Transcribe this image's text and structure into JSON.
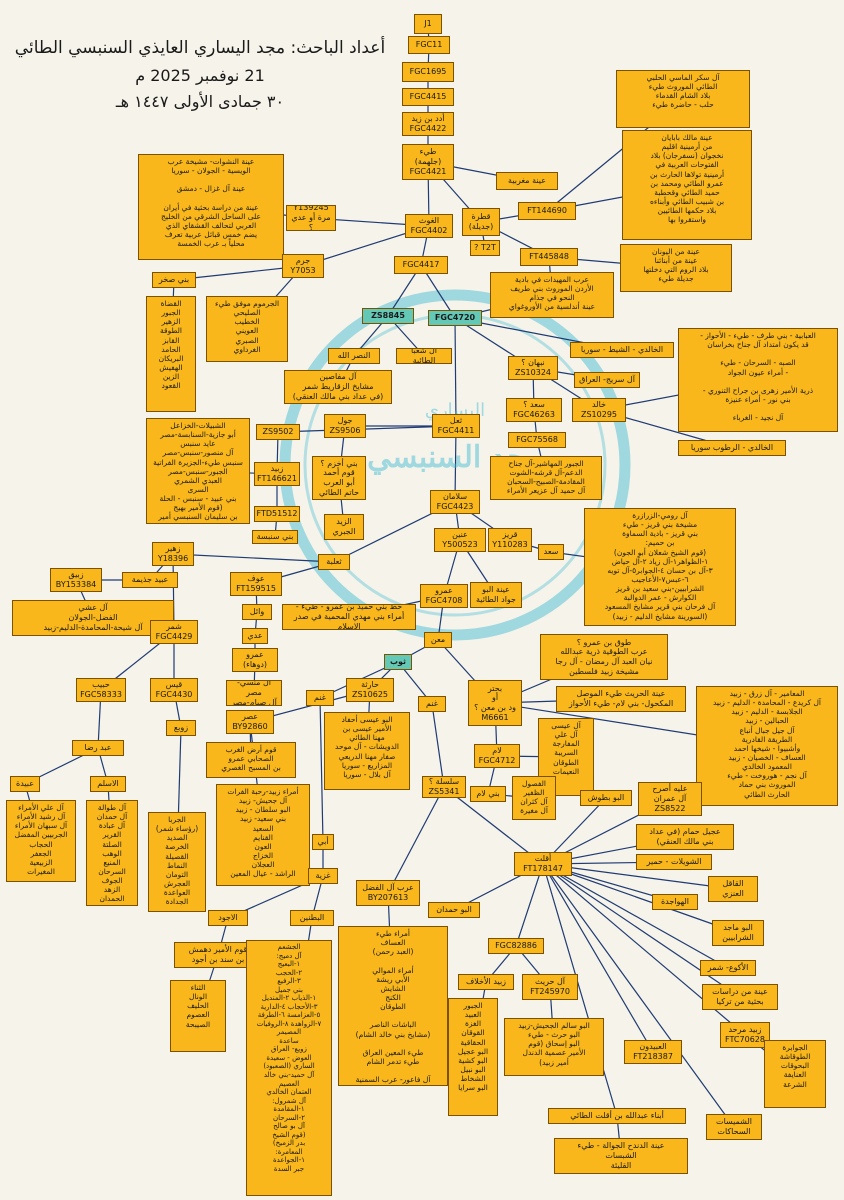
{
  "header": {
    "line1": "أعداد الباحث: مجد اليساري العايذي السنبسي الطائي",
    "line2": "21 نوفمبر 2025 م",
    "line3": "٣٠ جمادى الأولى ١٤٤٧ هـ"
  },
  "watermark": {
    "brand": "مجد السنبسي",
    "brand_sub": "اليساري"
  },
  "colors": {
    "node": "#f9b71c",
    "teal": "#63c8b6",
    "line": "#1f3b73",
    "watermark": "#36b9d3"
  },
  "nodes": {
    "j1": "J1",
    "fgc11": "FGC11",
    "fgc1695": "FGC1695",
    "fgc4415": "FGC4415",
    "fgc4422": "أدد بن زيد\nFGC4422",
    "fgc4421": "طيء\n(جلهمة)\nFGC4421",
    "maghribiya": "عينة مغربية",
    "note_levant": "آل سكر الماسي الحلبي\nالطائي الموروث طيء\nبلاد الشام القدماء\nحلب - حاضرة طيء",
    "note_armenia": "عينة مالك بابايان\nمن أرمينية اقليم\nنخجوان (نسفرجان) بلاد\nالفتوحات العربية في\nأرمينية تولاها الحارث بن\nعمرو الطائي ومحمد بن\nحميد الطائي وقحطبة\nبن شبيب الطائي وأبناءه\nبلاد حكمها الطائيين\nواستقروا بها",
    "ft144690": "FT144690",
    "note_greece": "عينة من اليونان\nعينة من أبنائنا\nبلاد الروم التي دخلتها\nجديلة طيء",
    "ft445848": "FT445848",
    "qutra": "قطرة\n(جديلة)",
    "t2t": "T2T ?",
    "note_jordan": "عرب المهيدات في بادية\nالأردن الموروث بني طريف\nالنحو في جذام\nعينة أندلسية من الأوروغواي",
    "note_wusaysa": "عينة النشوات- مشيخة عرب\nالويسية - الجولان - سوريا\n\nعينة آل غزال - دمشق\n\nعينة من دراسة بحثية في أيران\nعلى الساحل الشرقي من الخليج\nالعربي لتحالف القشقاي الذي\nيضم خمس قبائل عربية تعرف\nمحلياً بـ عرب الخمسة",
    "y139245": "Y139245\nمرة أو عدي ؟",
    "fgc4402": "الغوث\nFGC4402",
    "y7053": "جرم\nY7053",
    "bani_sakhr": "بني صخر",
    "fgc4417": "FGC4417",
    "note_qudah": "القضاة\nالجبور\nالزهير\nالطوقة\nالقابز\nالحامد\nالبريكان\nالهفيش\nالزين\nالقعود",
    "note_jarm": "الجرموم موفق طيء\nالصليحي\nالخطيب\nالعويني\nالصبري\nالغرداوي",
    "zs8845": "ZS8845",
    "fgc4720": "FGC4720",
    "khaldi_north": "الخالدي - الشيط - سوريا",
    "note_abaya": "العبابية - بني طرف - طيء - الأحواز -\nقد يكون امتداد آل جناح بخراسان\n\nالصبه - السرحان - طيء\n- أمراء عيون الجواد\n\nذرية الأمير زهرى بن جراح التنوري -\nبني نور - أمراء عنيزة\n\nآل نجيد - الغرباء",
    "nasrallah": "النصر الله",
    "al_shaba": "آل شعبا الطائية",
    "nabhan": "نبهان ؟\nZS10324",
    "al_sarij": "آل سريج- العراق",
    "note_mafasin": "آل مفاصين\nمشايخ الزقاريط شمر\n(في عداد بني مالك العنقي)",
    "saad": "سعد ؟\nFGC46263",
    "khalid": "خالد\nZS10295",
    "khaldi_sy": "الخالدي - الرطوب سوريا",
    "fgc75568": "FGC75568",
    "note_shibilat": "الشبيلات-الخزاعل\nأبو جازية-السنابسة-مصر\nعايد سنبس\nآل منصور-سنبس-مصر\nسنبس طيء-الجزيرة الفراتية\nالجبور-سنبس-مصر\nالعبدي الشمري\nالسرى\nبني عبيد - سنبس - الحلة\n(قوم الأمير بهيج\nبن سليمان السنبسي أمير حايل)",
    "zs9502": "ZS9502",
    "jaul": "جول\nZS9506",
    "fgc4411": "ثعل\nFGC4411",
    "note_juhana": "الجبور المهاشير-آل جناح\nالدعم-آل قرشه-الشوت\nالمقادمة-الصبيح-السحبان\nآل حميد آل عزيعر الأمراء",
    "ft146621": "زبيد\nFT146621",
    "bani_akhzam": "بني أخزم ؟\nقوم أحمد\nأبو العرب\nحاتم الطائي",
    "ftd51512": "FTD51512",
    "al_zaid": "الزيد\nالجبري",
    "bani_sinbis": "بني سنبسة",
    "salaman": "سلامان\nFGC4423",
    "note_roumi": "آل رومي-الزرازرة\nمشيخة بني قريز - طيء\nبني قريز - بادية السماوة\nبن حميم:\n(قوم الشيخ شعلان أبو الجون)\n١-الظواهر١-آل زياد ٢-آل حياض\n٣-آل بن حسان ٤-الجوابر٥-آل تويه\n٦-عبس٧-الأعاجيب\nالشرابيين-بني سعيد بن قريز\nالكوارش - عمر الدوالبة\nآل فرحان بني قرير مشايخ المسعود\n(السورينة مشايخ الدليم - زبيد)",
    "zahr": "زهير\nY18396",
    "ubayn": "عنين\nY500523",
    "qurayz": "قريز\nY110283",
    "saad2": "سعد",
    "thaalba": "ثعلبة",
    "zabiq": "زبيق\nBY153384",
    "ubayd_jadhima": "عبيد جذيمة",
    "awf": "عوف\nFT159515",
    "adiba": "عينة البو\nجواد الطائية",
    "note_ashi": "آل عشي\nالفضل-الجولان\nآل شيحة-المحامدة-الدليم-زبيد",
    "waail": "وائل",
    "note_hamid": "خط بني حميد بن عمرو - طيء -\nأمراء بني مهدي المحمية في صدر الإسلام",
    "amr": "عمرو\nFGC4708",
    "shammar": "شمر\nFGC4429",
    "adi": "عدي",
    "amrow": "عمرو\n(دوهاء)",
    "maan": "معن",
    "tho": "ثوب",
    "note_tawq": "طوق بن عمرو ؟\nعرب الطوقية ذرية عبدالله\nنيان العبد آل رمضان - آل رجا\nمشيخة زبيد فلسطين",
    "habib": "حبيب\nFGC58333",
    "qays": "قيس\nFGC4430",
    "note_mansi": "آل منسي-مصر\nآل صيام-مصر",
    "haritha": "حارثة\nZS10625",
    "ghanm": "غنم",
    "bohtur": "بحتر\nأو\nود بن معن ؟\nM6661",
    "note_hurayth": "عينة الحريث طيء الموصل\nالمكحول- بني لام- طيء الأحواز",
    "note_maamer": "المعامير - آل زرق - زبيد\nآل كريدع - المحامدة - الدليم - زبيد\nالجلابسة - الدليم - زبيد\nالحبالين - زبيد\nآل جيل جبال أنباع\nالطريقة القادرية\nوأشبيوا - شيخها احمد\nالعساف - الخصيان - زبيد\nالمعمود الخالدي\nآل نجم - هوروخت - طيء\nالموروث بني حماد\nالحارث الطائي",
    "abd_reda": "عبد رضا",
    "zawba": "زوبع",
    "mitr": "عصر\nBY92860",
    "note_abbasi": "البو عيسى أحفاد\nالأمير عيسى بن\nمهنا الطائي\nالدويشات - آل موحد\nصفار مهنا الدريعي\nالمزاريع - سوريا\nآل بلال - سوريا",
    "lam": "لام\nFGC4712",
    "note_abas": "آل عيسى\nآل علي\nالمفارجة\nالسريبة\nالطوقان\nالنعيمات",
    "note_saad_ahwaz": "عليه أصرح\nآل عمران\nZS8522",
    "ubayda": "عبيدة",
    "aslam": "الاسلم",
    "note_qawm": "قوم أرض الغرب\nالصحابي عمرو\nبن المسبح الغصري",
    "silsila": "سلسلة ؟\nZS5341",
    "bani_lam": "بني لام",
    "note_fusul": "الفصول\nالظفير\nآل كثران\nآل مغيرة",
    "bubatush": "البو بطوش",
    "note_ubayda": "آل علي الأمراء\nآل رشيد الأمراء\nآل سبهان الأمراء\nالجربيين المفضل\nالحجاب\nالجعفر\nالزبيعية\nالمغيرات",
    "note_aslam": "آل طوالة\nآل حمدان\nآل عبادة\nالقرير\nالصلتة\nالوهب\nالمنيع\nالسرحان\nالجوف\nالزهد\nالحمدان",
    "note_zawba": "أمراء زبيد-رحبة الفرات\nآل جحيش- زبيد\nالبو سلطان - زبيد\nبني سعيد- زبيد\nالسعيد\nالقنايم\nالعون\nالخزاج\nالعجلان\nالراشد - عيال المعين",
    "note_jarba": "الجربا\n(رؤساء شمر)\nالصديد\nالخرصة\nالقصيلة\nالنماط\nالتومان\nالعجرش\nالعواعدة\nالجدادة",
    "abi": "أبي",
    "ghazya": "غزية",
    "note_ajil": "عجيل حمام (في عداد\nبني مالك العنقي)",
    "shuwaylat": "الشويلات - حمير",
    "aqlat": "أقلت\nFT178147",
    "note_abu_fadl": "عرب آل الفضل\nBY207613",
    "al_qaqil": "القاقل\nالعنزي",
    "hawajda": "الهواجدة",
    "abu_hamdan": "البو حمدان",
    "ajwad": "الاجود",
    "batnin": "البطنين",
    "note_umara": "أمراء طيء\nالعساف\n(العبد رحمن)\n\nأمراء الموالي\nالأبي ريشة\nالشايش\nالكنج\nالطوقان\n\nالباشات الناصر\n(مشايخ بني خالد الشام)\n\nطيء المعين العراق\nطيء تدمر الشام\n\nآل فاعور- عرب السمنية",
    "abu_majid": "البو ماجد\nالشرابيين",
    "fgc82886": "FGC82886",
    "akwa": "الأكوع- شمر",
    "note_dahmash": "قوم الأمير دهمش\nبن سند بن أجود",
    "note_jashaam": "الجشعم\nآل دميج:\n١-البعيج\n٢-الحجب\n٣-الرفيع\nبني جميل\n١-الذياب ٢-المنديل\n٣-الأحجاب ٤-الدارية\n٥-العزامسة ٦-الطرفة\n٧-الزواهدة ٨-الروفيات\nالمصيمر\nساعدة\nزويع- العراق\nالعوض - سعيدة\nالساري (الصعبود)\nآل حميد-بني خالد\nالعصيم\nالعتمان الخالدي\nآل شمرول:\n١-المقامدة\n٢-السرحان\nآل بو صالح\n(قوم الشيخ\nبدر الزميخ)\nالمعامرة:\n١-الجواعدة\nجبر السدة",
    "zubaid_akhlaf": "زبيد الأخلاف",
    "ft245970": "آل حريث\nFT245970",
    "note_turkey": "عينة من دراسات\nبحثية من تركيا",
    "note_tunaa": "الثناء\nالونال\nالحليف\nالعصوم\nالصيبحة",
    "ftc70628": "زبيد مرحد\nFTC70628",
    "note_jubur": "الجبور\nالعبيد\nالغزة\nالقوقان\nالحقاقية\nالبو عجيل\nالبو كشية\nالبو نبيل\nالشخاط\nالبو سرايا",
    "note_abu_salim": "البو سالم الجحيش-زبيد\nالبو حرث - طيء\nالبو إسحاق (قوم\nالأمير عصمية الدندل\nأمير زبيد)",
    "ft218387": "العبيدون\nFT218387",
    "note_jawabra": "الجوابرة\nالطوقاشة\nالبحوقات\nالعنايفة\nالشرعة",
    "abna_abdullah": "أبناء عبدالله بن أقلت الطائي",
    "shumaysat": "الشميسات\nالسحاكات",
    "note_dandah": "عينة الدندح الجوالة - طيء\nالشبسات\nالقليئة"
  }
}
